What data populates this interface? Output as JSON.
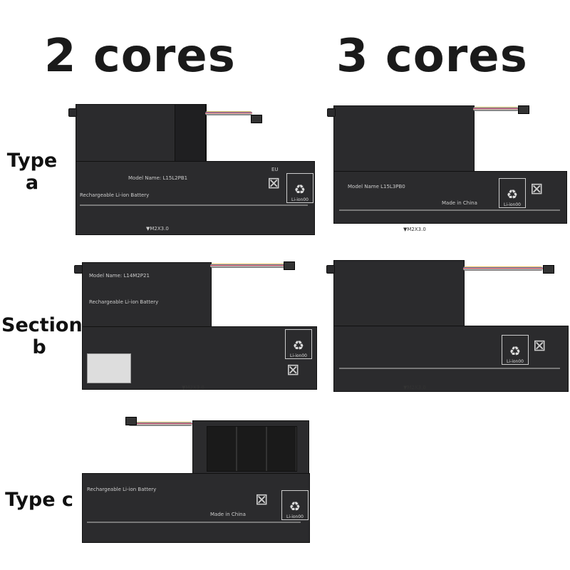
{
  "headers": {
    "two_cores": "2 cores",
    "three_cores": "3 cores"
  },
  "rows": [
    {
      "label_line1": "Type",
      "label_line2": "a"
    },
    {
      "label_line1": "Section",
      "label_line2": "b"
    },
    {
      "label_line1": "Type c",
      "label_line2": ""
    }
  ],
  "battery_text": {
    "screw": "▼M2X3.0",
    "liion": "Li-ion00",
    "eu": "EU",
    "made_in": "Made in China",
    "recycle_icon": "recycle-icon",
    "bin_icon": "crossed-bin-icon"
  },
  "colors": {
    "battery": "#2b2b2d",
    "background": "#ffffff"
  }
}
